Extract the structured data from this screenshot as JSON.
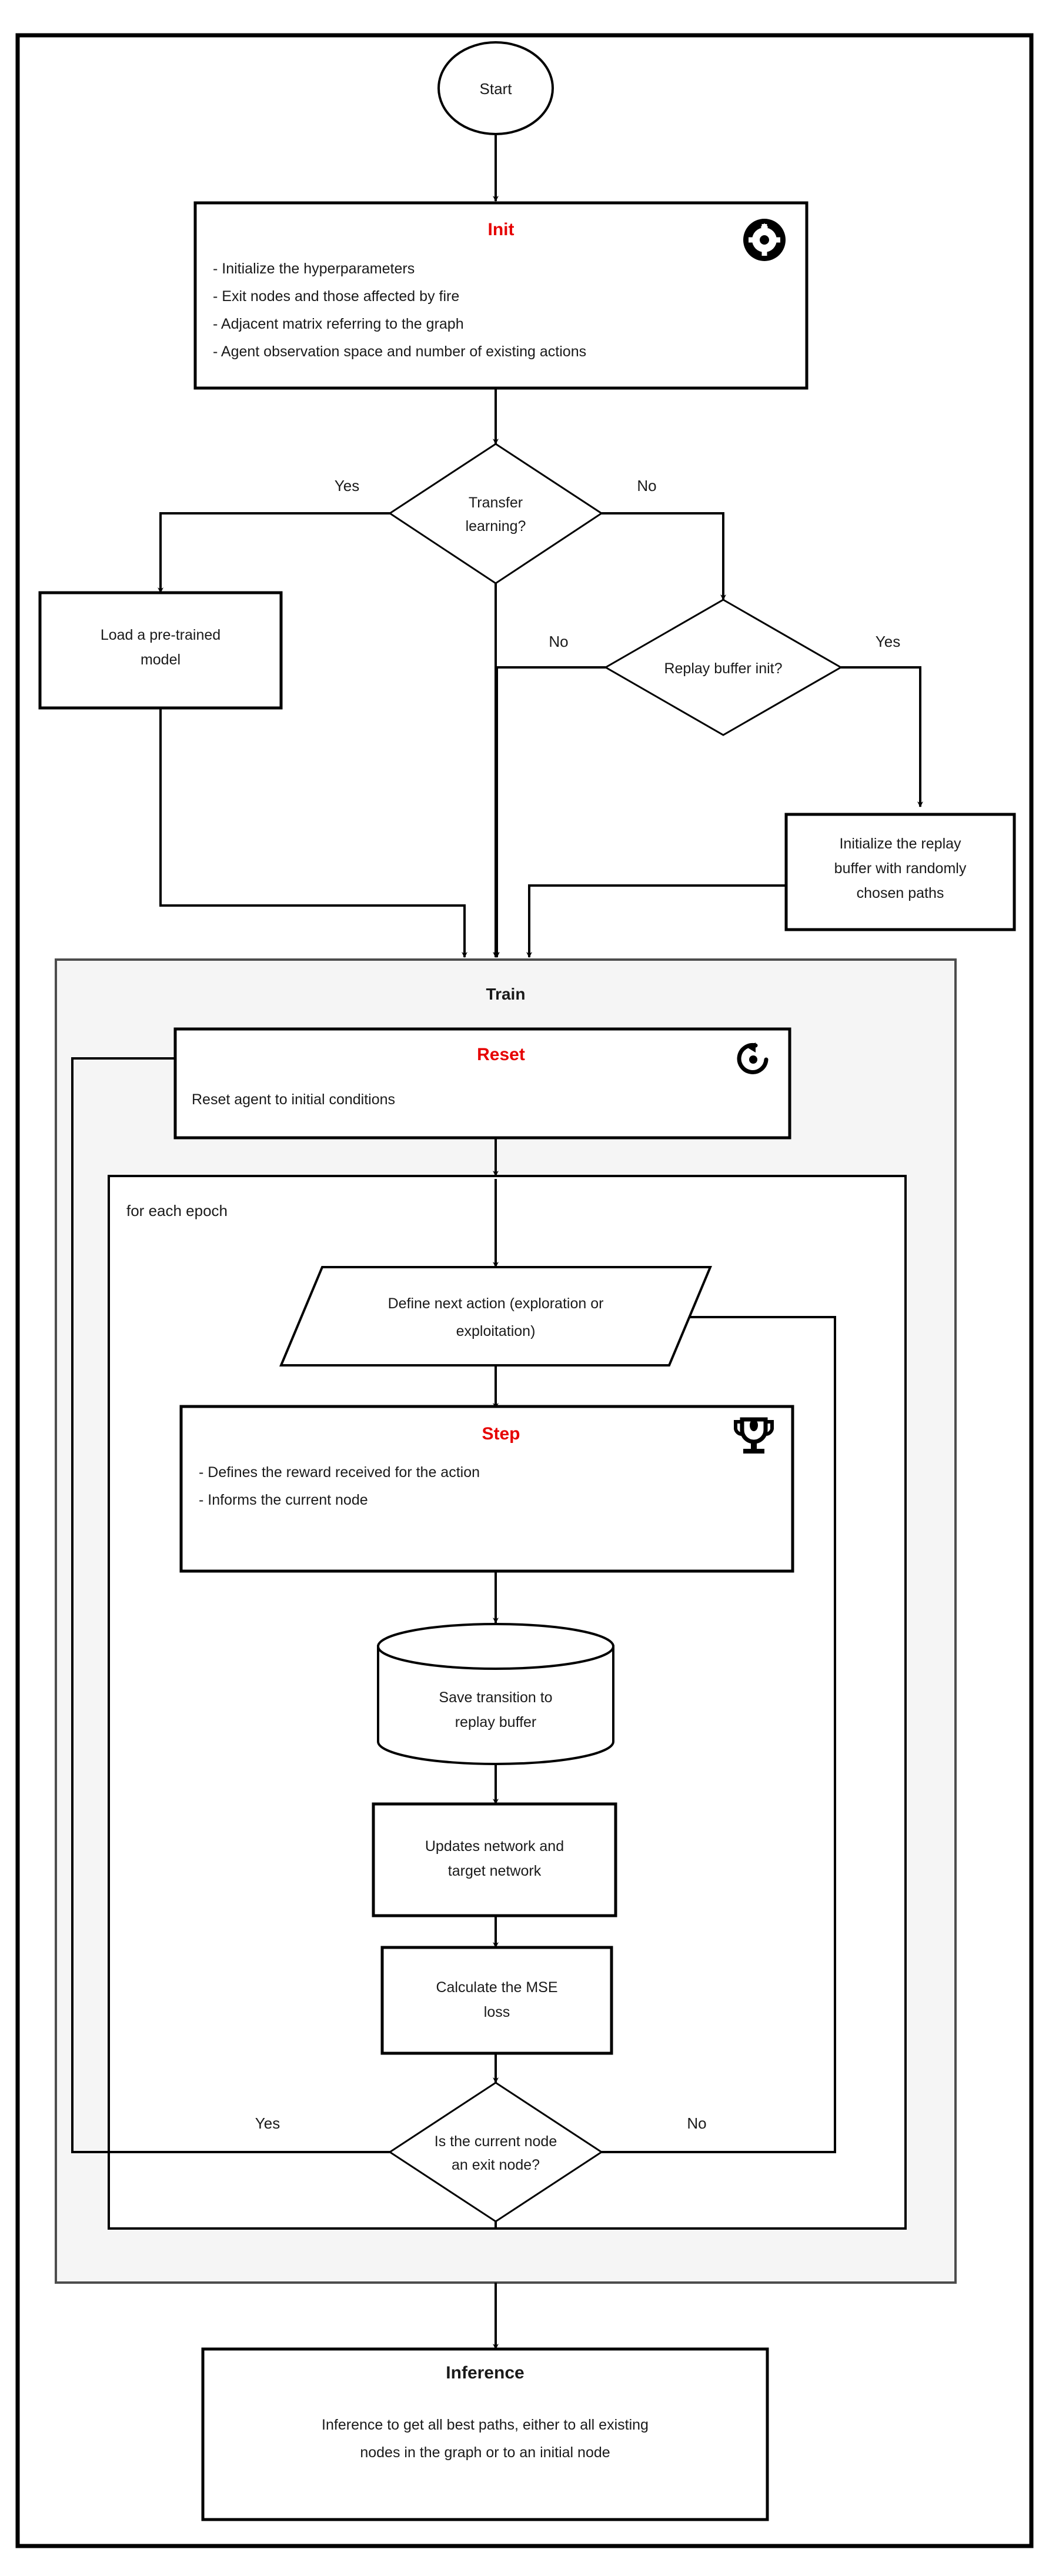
{
  "diagram": {
    "title_hidden": "",
    "nodes": {
      "start": {
        "label": "Start"
      },
      "init": {
        "title": "Init",
        "icon": "gear-icon",
        "lines": [
          "- Initialize the hyperparameters",
          "- Exit nodes and those affected by fire",
          "- Adjacent matrix referring to the graph",
          "- Agent observation space and number of existing actions"
        ]
      },
      "transfer_learning": {
        "label_line1": "Transfer",
        "label_line2": "learning?"
      },
      "load_model": {
        "label_line1": "Load a pre-trained",
        "label_line2": "model"
      },
      "replay_buffer_init": {
        "label": "Replay buffer init?"
      },
      "init_replay_buffer": {
        "label_line1": "Initialize the replay",
        "label_line2": "buffer with randomly",
        "label_line3": "chosen paths"
      },
      "train_group": {
        "label": "Train"
      },
      "reset": {
        "title": "Reset",
        "icon": "refresh-icon",
        "line": "Reset agent to initial conditions"
      },
      "epoch_group": {
        "label": "for each epoch"
      },
      "define_action": {
        "label_line1": "Define next action (exploration or",
        "label_line2": "exploitation)"
      },
      "step": {
        "title": "Step",
        "icon": "trophy-icon",
        "lines": [
          "- Defines the reward received for the action",
          "- Informs the current node"
        ]
      },
      "save_transition": {
        "label_line1": "Save transition to",
        "label_line2": "replay buffer"
      },
      "update_networks": {
        "label_line1": "Updates network and",
        "label_line2": "target network"
      },
      "calculate_loss": {
        "label_line1": "Calculate the MSE",
        "label_line2": "loss"
      },
      "exit_node_decision": {
        "label_line1": "Is the current node",
        "label_line2": "an exit node?"
      },
      "inference": {
        "title": "Inference",
        "line1": "Inference to get all best paths, either to all existing",
        "line2": "nodes in the graph or to an initial node"
      }
    },
    "edge_labels": {
      "transfer_yes": "Yes",
      "transfer_no": "No",
      "replay_no": "No",
      "replay_yes": "Yes",
      "exit_yes": "Yes",
      "exit_no": "No"
    },
    "colors": {
      "accent_red": "#e60000",
      "stroke": "#000000",
      "group_fill": "#f5f5f5",
      "shape_fill": "#ffffff",
      "page_bg": "#ffffff"
    }
  }
}
